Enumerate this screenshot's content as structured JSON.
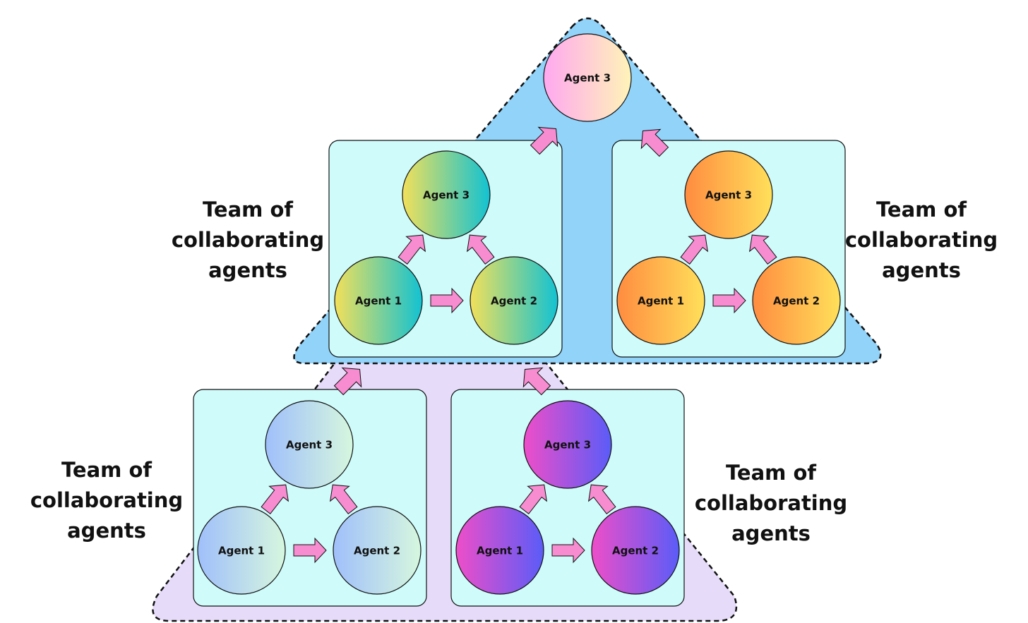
{
  "top_agent": {
    "label": "Agent 3"
  },
  "teams": [
    {
      "id": "mid-left",
      "label_lines": [
        "Team of",
        "collaborating",
        "agents"
      ],
      "agents": [
        "Agent 1",
        "Agent 2",
        "Agent 3"
      ],
      "colors": [
        "#f2e05a",
        "#12c2d2"
      ]
    },
    {
      "id": "mid-right",
      "label_lines": [
        "Team of",
        "collaborating",
        "agents"
      ],
      "agents": [
        "Agent 1",
        "Agent 2",
        "Agent 3"
      ],
      "colors": [
        "#ff8c40",
        "#ffe05a"
      ]
    },
    {
      "id": "bottom-left",
      "label_lines": [
        "Team of",
        "collaborating",
        "agents"
      ],
      "agents": [
        "Agent 1",
        "Agent 2",
        "Agent 3"
      ],
      "colors": [
        "#a0bffb",
        "#d6f7de"
      ]
    },
    {
      "id": "bottom-right",
      "label_lines": [
        "Team of",
        "collaborating",
        "agents"
      ],
      "agents": [
        "Agent 1",
        "Agent 2",
        "Agent 3"
      ],
      "colors": [
        "#ee4ec8",
        "#5a5cf8"
      ]
    }
  ],
  "colors": {
    "top_triangle": "#92d3fa",
    "bottom_triangle": "#e6dcfa",
    "team_box": "#cffbfb",
    "arrow": "#f78cd0",
    "top_agent_gradient": [
      "#ffa8f0",
      "#fff4b8"
    ]
  }
}
